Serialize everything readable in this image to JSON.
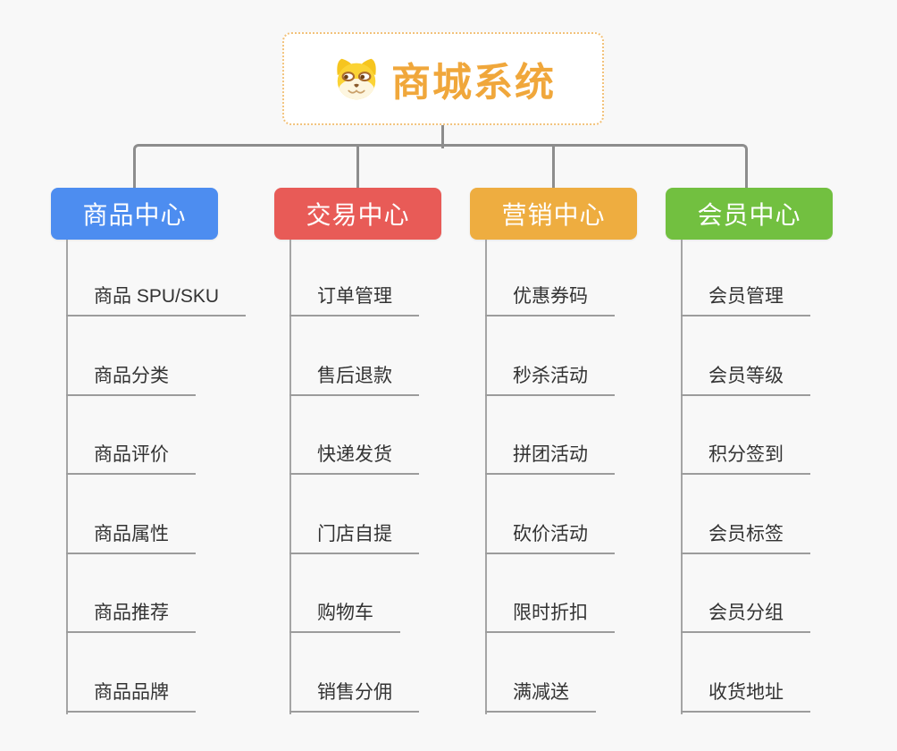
{
  "root": {
    "title": "商城系统",
    "icon": "shiba-dog-icon"
  },
  "colors": {
    "background": "#f8f8f8",
    "root_border": "#f2c27b",
    "root_title": "#f0a73b",
    "connector": "#8d8d8d",
    "leaf_line": "#9c9c9c",
    "leaf_text": "#333333"
  },
  "branches": [
    {
      "label": "商品中心",
      "color": "#4d8df0",
      "items": [
        "商品 SPU/SKU",
        "商品分类",
        "商品评价",
        "商品属性",
        "商品推荐",
        "商品品牌"
      ]
    },
    {
      "label": "交易中心",
      "color": "#e85b57",
      "items": [
        "订单管理",
        "售后退款",
        "快递发货",
        "门店自提",
        "购物车",
        "销售分佣"
      ]
    },
    {
      "label": "营销中心",
      "color": "#eead40",
      "items": [
        "优惠券码",
        "秒杀活动",
        "拼团活动",
        "砍价活动",
        "限时折扣",
        "满减送"
      ]
    },
    {
      "label": "会员中心",
      "color": "#72c040",
      "items": [
        "会员管理",
        "会员等级",
        "积分签到",
        "会员标签",
        "会员分组",
        "收货地址"
      ]
    }
  ]
}
